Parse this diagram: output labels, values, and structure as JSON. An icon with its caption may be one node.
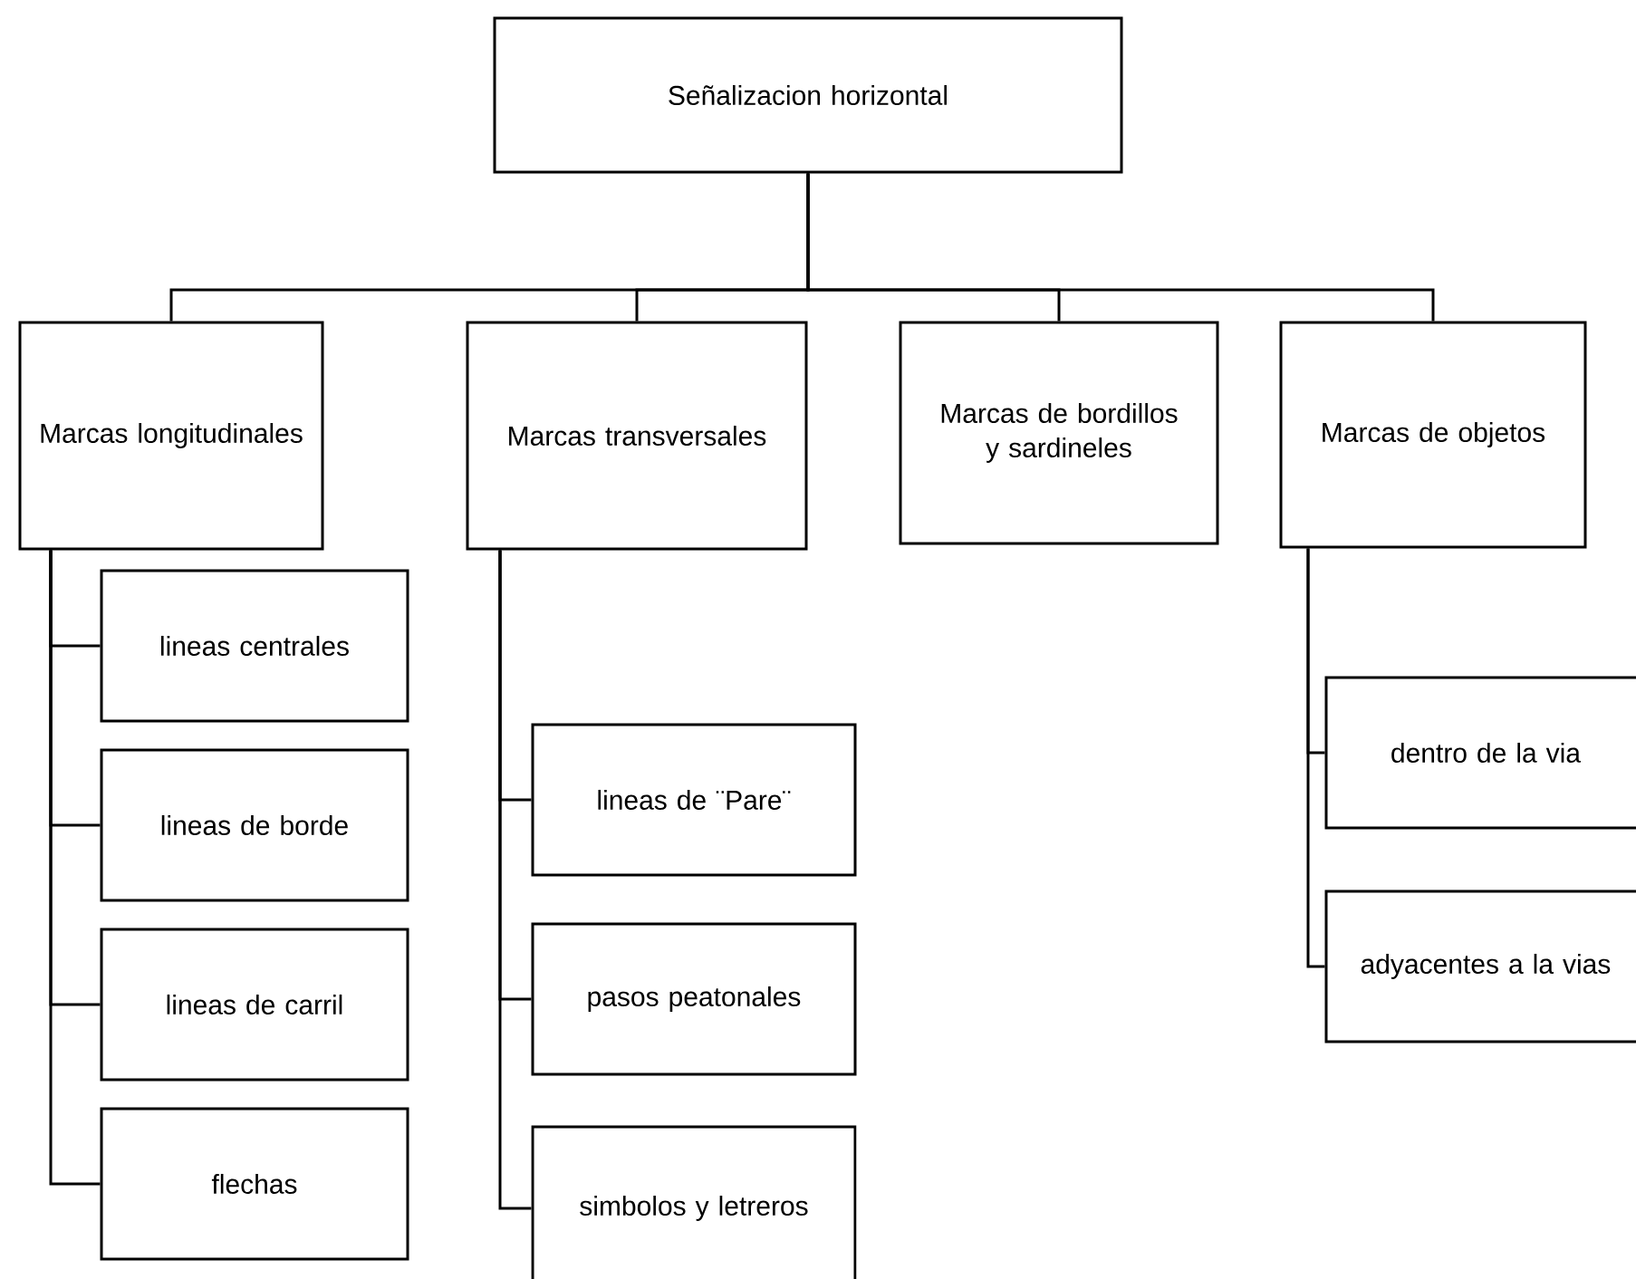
{
  "diagram": {
    "nodes": [
      {
        "text": [
          "Señalizacion horizontal"
        ]
      },
      {
        "text": [
          "Marcas longitudinales"
        ]
      },
      {
        "text": [
          "Marcas transversales"
        ]
      },
      {
        "text": [
          "Marcas de bordillos y sardineles"
        ]
      },
      {
        "text": [
          "Marcas de objetos"
        ]
      },
      {
        "text": [
          "lineas centrales"
        ]
      },
      {
        "text": [
          "lineas de borde"
        ]
      },
      {
        "text": [
          "lineas de carril"
        ]
      },
      {
        "text": [
          "flechas"
        ]
      },
      {
        "text": [
          "lineas de ¨Pare¨"
        ]
      },
      {
        "text": [
          "pasos peatonales"
        ]
      },
      {
        "text": [
          "simbolos y letreros"
        ]
      },
      {
        "text": [
          "dentro de la via"
        ]
      },
      {
        "text": [
          "adyacentes a la vias"
        ]
      }
    ],
    "edges": [
      {
        "from": 0,
        "to": 1,
        "arrow": "none"
      },
      {
        "from": 0,
        "to": 2,
        "arrow": "none"
      },
      {
        "from": 0,
        "to": 3,
        "arrow": "none"
      },
      {
        "from": 0,
        "to": 4,
        "arrow": "none"
      },
      {
        "from": 1,
        "to": 5,
        "arrow": "none"
      },
      {
        "from": 1,
        "to": 6,
        "arrow": "none"
      },
      {
        "from": 1,
        "to": 7,
        "arrow": "none"
      },
      {
        "from": 1,
        "to": 8,
        "arrow": "none"
      },
      {
        "from": 2,
        "to": 9,
        "arrow": "none"
      },
      {
        "from": 2,
        "to": 10,
        "arrow": "none"
      },
      {
        "from": 2,
        "to": 11,
        "arrow": "none"
      },
      {
        "from": 4,
        "to": 12,
        "arrow": "none"
      },
      {
        "from": 4,
        "to": 13,
        "arrow": "none"
      }
    ]
  }
}
